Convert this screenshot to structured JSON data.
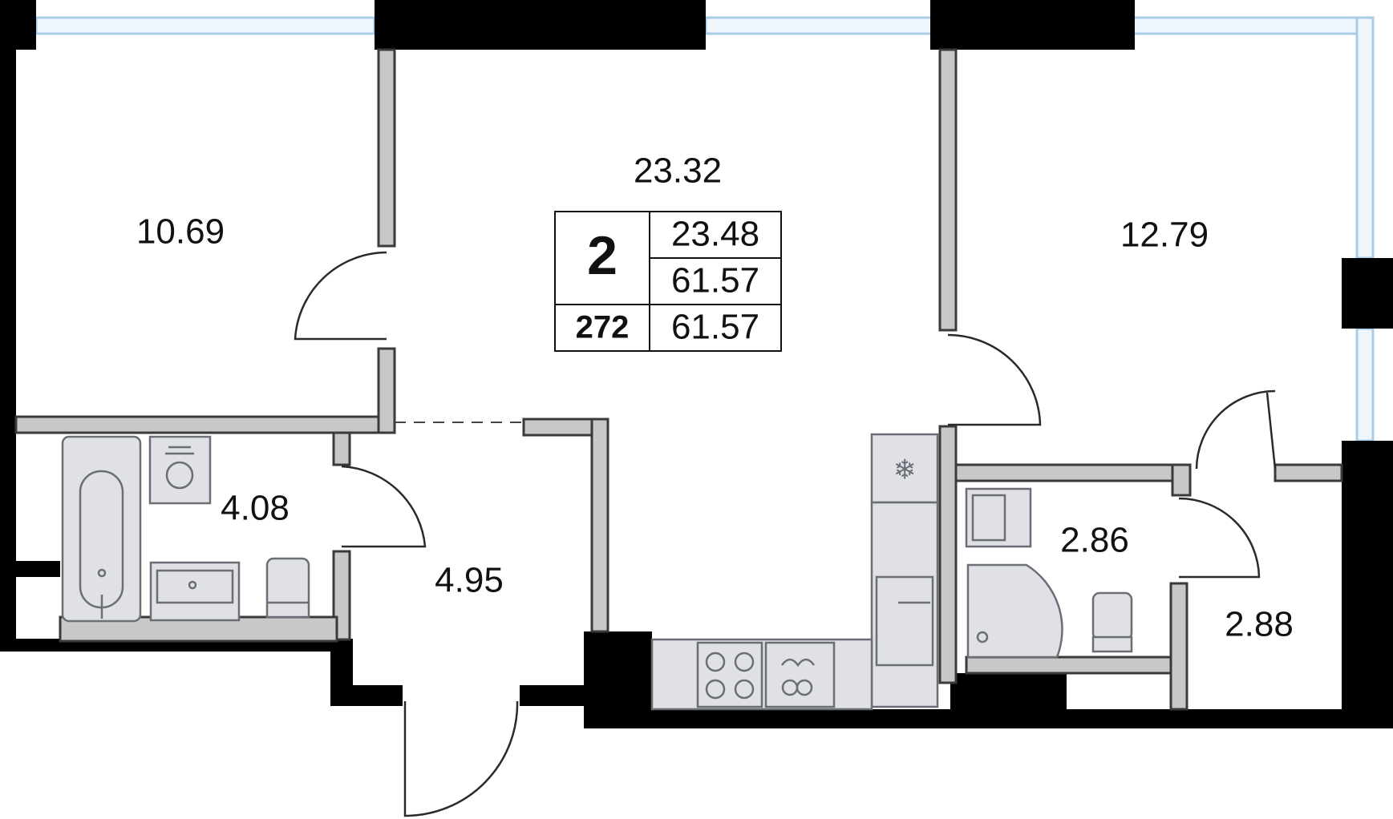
{
  "rooms": [
    {
      "id": "bedroom-left",
      "area": "10.69"
    },
    {
      "id": "living-kitchen",
      "area": "23.32"
    },
    {
      "id": "bedroom-right",
      "area": "12.79"
    },
    {
      "id": "bathroom",
      "area": "4.08"
    },
    {
      "id": "hallway",
      "area": "4.95"
    },
    {
      "id": "shower-room",
      "area": "2.86"
    },
    {
      "id": "storage",
      "area": "2.88"
    }
  ],
  "info_box": {
    "rooms_count": "2",
    "living_area": "23.48",
    "total_area": "61.57",
    "apartment_number": "272",
    "total_area_2": "61.57"
  }
}
